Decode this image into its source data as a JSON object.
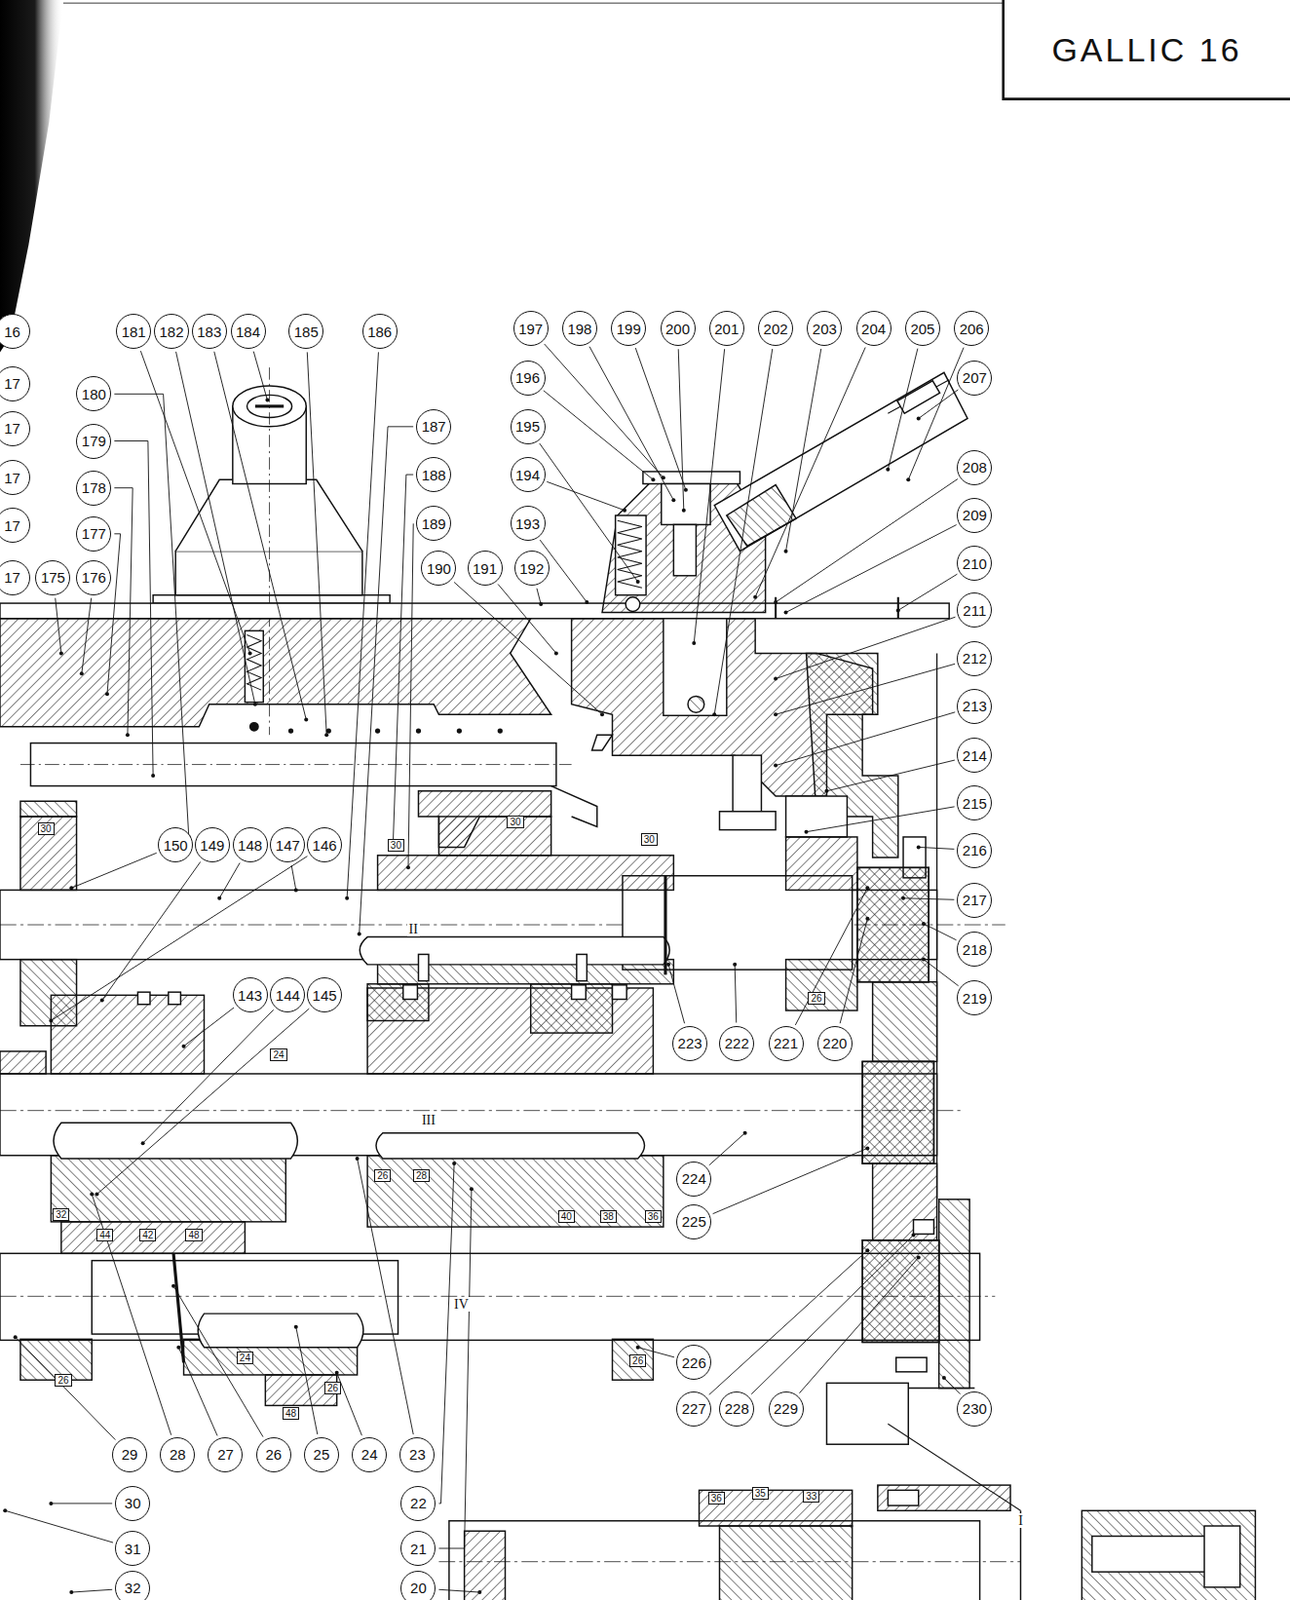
{
  "diagram": {
    "title": "GALLIC 16",
    "labels": [
      "16",
      "17",
      "17",
      "17",
      "17",
      "17",
      "175",
      "176",
      "177",
      "178",
      "179",
      "180",
      "181",
      "182",
      "183",
      "184",
      "185",
      "186",
      "187",
      "188",
      "189",
      "190",
      "191",
      "192",
      "193",
      "194",
      "195",
      "196",
      "197",
      "198",
      "199",
      "200",
      "201",
      "202",
      "203",
      "204",
      "205",
      "206",
      "207",
      "208",
      "209",
      "210",
      "211",
      "212",
      "213",
      "214",
      "215",
      "216",
      "217",
      "218",
      "219",
      "220",
      "221",
      "222",
      "223",
      "224",
      "225",
      "226",
      "227",
      "228",
      "229",
      "230",
      "143",
      "144",
      "145",
      "146",
      "147",
      "148",
      "149",
      "150",
      "23",
      "24",
      "25",
      "26",
      "27",
      "28",
      "29",
      "30",
      "31",
      "32",
      "22",
      "21",
      "20",
      "30",
      "30",
      "30",
      "30",
      "26",
      "24",
      "32",
      "44",
      "42",
      "48",
      "26",
      "28",
      "40",
      "38",
      "36",
      "26",
      "24",
      "48",
      "26",
      "26",
      "36",
      "35",
      "33",
      "II",
      "III",
      "IV",
      "I"
    ]
  }
}
